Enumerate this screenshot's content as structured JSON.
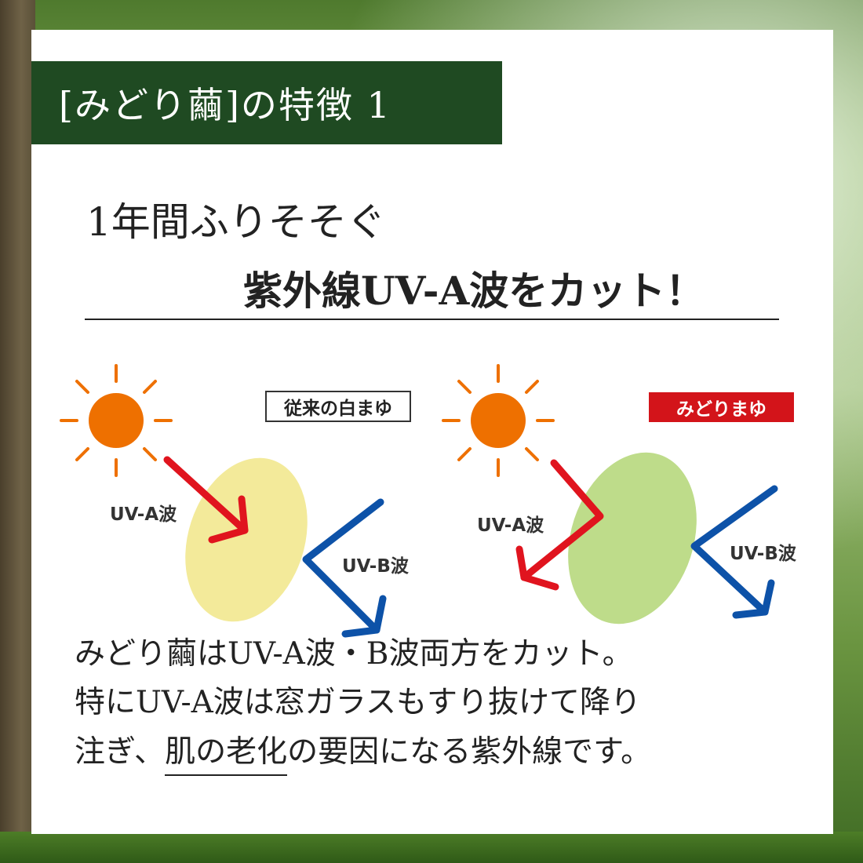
{
  "header": {
    "title": "[みどり繭]の特徴 1"
  },
  "headline": {
    "line1": "1年間ふりそそぐ",
    "line2": "紫外線UV-A波をカット！"
  },
  "diagram": {
    "left": {
      "badge": "従来の白まゆ",
      "uva_label": "UV-A波",
      "uvb_label": "UV-B波"
    },
    "right": {
      "badge": "みどりまゆ",
      "uva_label": "UV-A波",
      "uvb_label": "UV-B波"
    }
  },
  "body": {
    "line1": "みどり繭はUV-A波・B波両方をカット。",
    "line2": "特にUV-A波は窓ガラスもすり抜けて降り",
    "line3_before": "注ぎ、",
    "line3_underlined": "肌の老化",
    "line3_after": "の要因になる紫外線です。"
  },
  "colors": {
    "title_band": "#1f4a22",
    "sun": "#ee7000",
    "white_cocoon": "#f3ea9a",
    "green_cocoon": "#bedc8a",
    "uva_arrow": "#e0141e",
    "uvb_arrow": "#0d52a8",
    "badge_red": "#d3141a"
  }
}
